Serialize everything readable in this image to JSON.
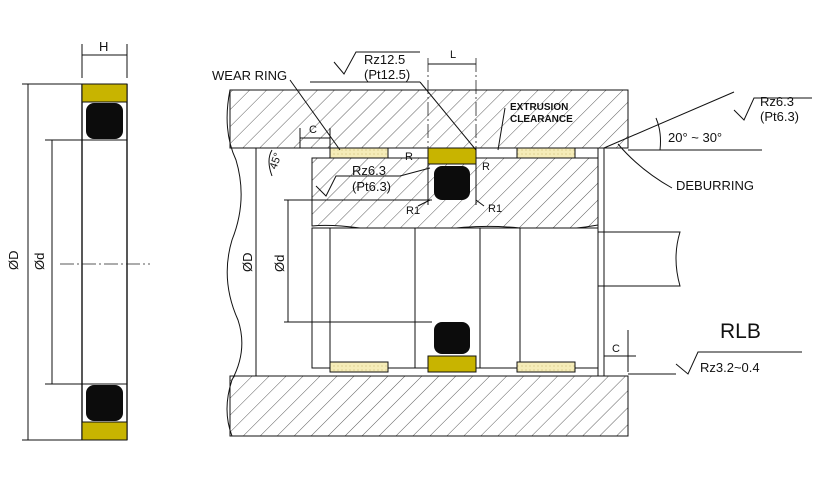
{
  "colors": {
    "wear_ring": "#f5ecb8",
    "seal_cap": "#c8b400",
    "rubber": "#0c0c0c",
    "line": "#111111",
    "background": "#ffffff"
  },
  "labels": {
    "h": "H",
    "od_left": "ØD",
    "id_left": "Ød",
    "wear_ring": "WEAR RING",
    "rz125": "Rz12.5",
    "pt125": "(Pt12.5)",
    "l": "L",
    "extrusion_1": "EXTRUSION",
    "extrusion_2": "CLEARANCE",
    "rz63_right": "Rz6.3",
    "pt63_right": "(Pt6.3)",
    "angle_range": "20° ~ 30°",
    "c_top": "C",
    "deg45": "45°",
    "r_a": "R",
    "r_b": "R",
    "rz63_mid": "Rz6.3",
    "pt63_mid": "(Pt6.3)",
    "r1_a": "R1",
    "r1_b": "R1",
    "deburring": "DEBURRING",
    "od_mid": "ØD",
    "id_mid": "Ød",
    "model": "RLB",
    "c_bottom": "C",
    "rz_range": "Rz3.2~0.4"
  }
}
